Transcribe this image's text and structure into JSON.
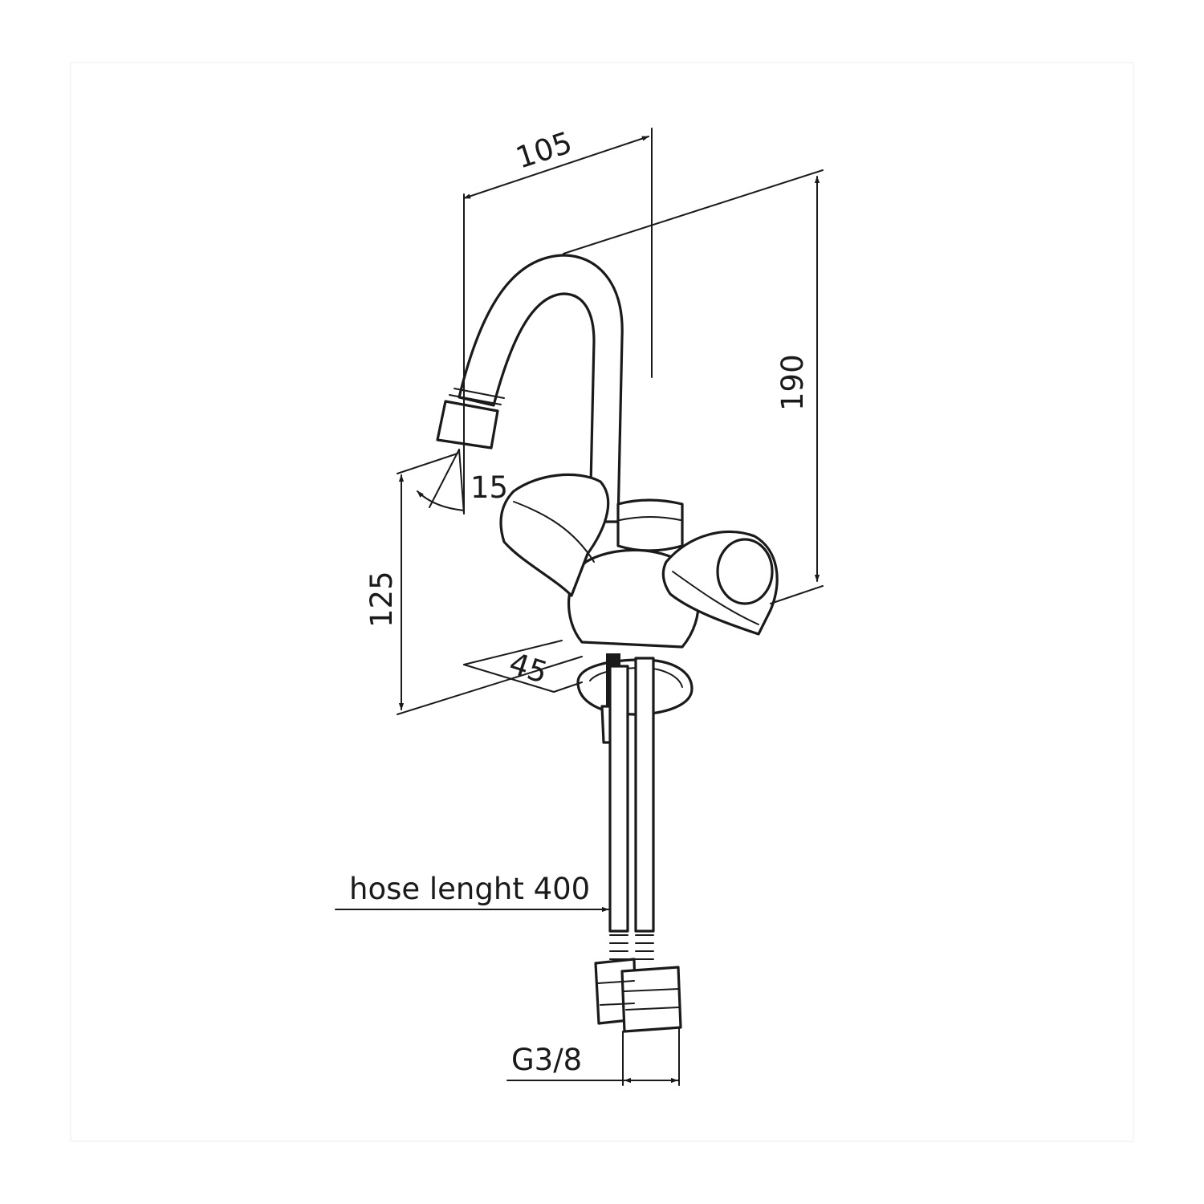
{
  "dimensions": {
    "spout_reach": "105",
    "total_height": "190",
    "outlet_height": "125",
    "outlet_angle": "15",
    "base_depth": "45"
  },
  "hose_label": "hose lenght 400",
  "thread_label": "G3/8"
}
